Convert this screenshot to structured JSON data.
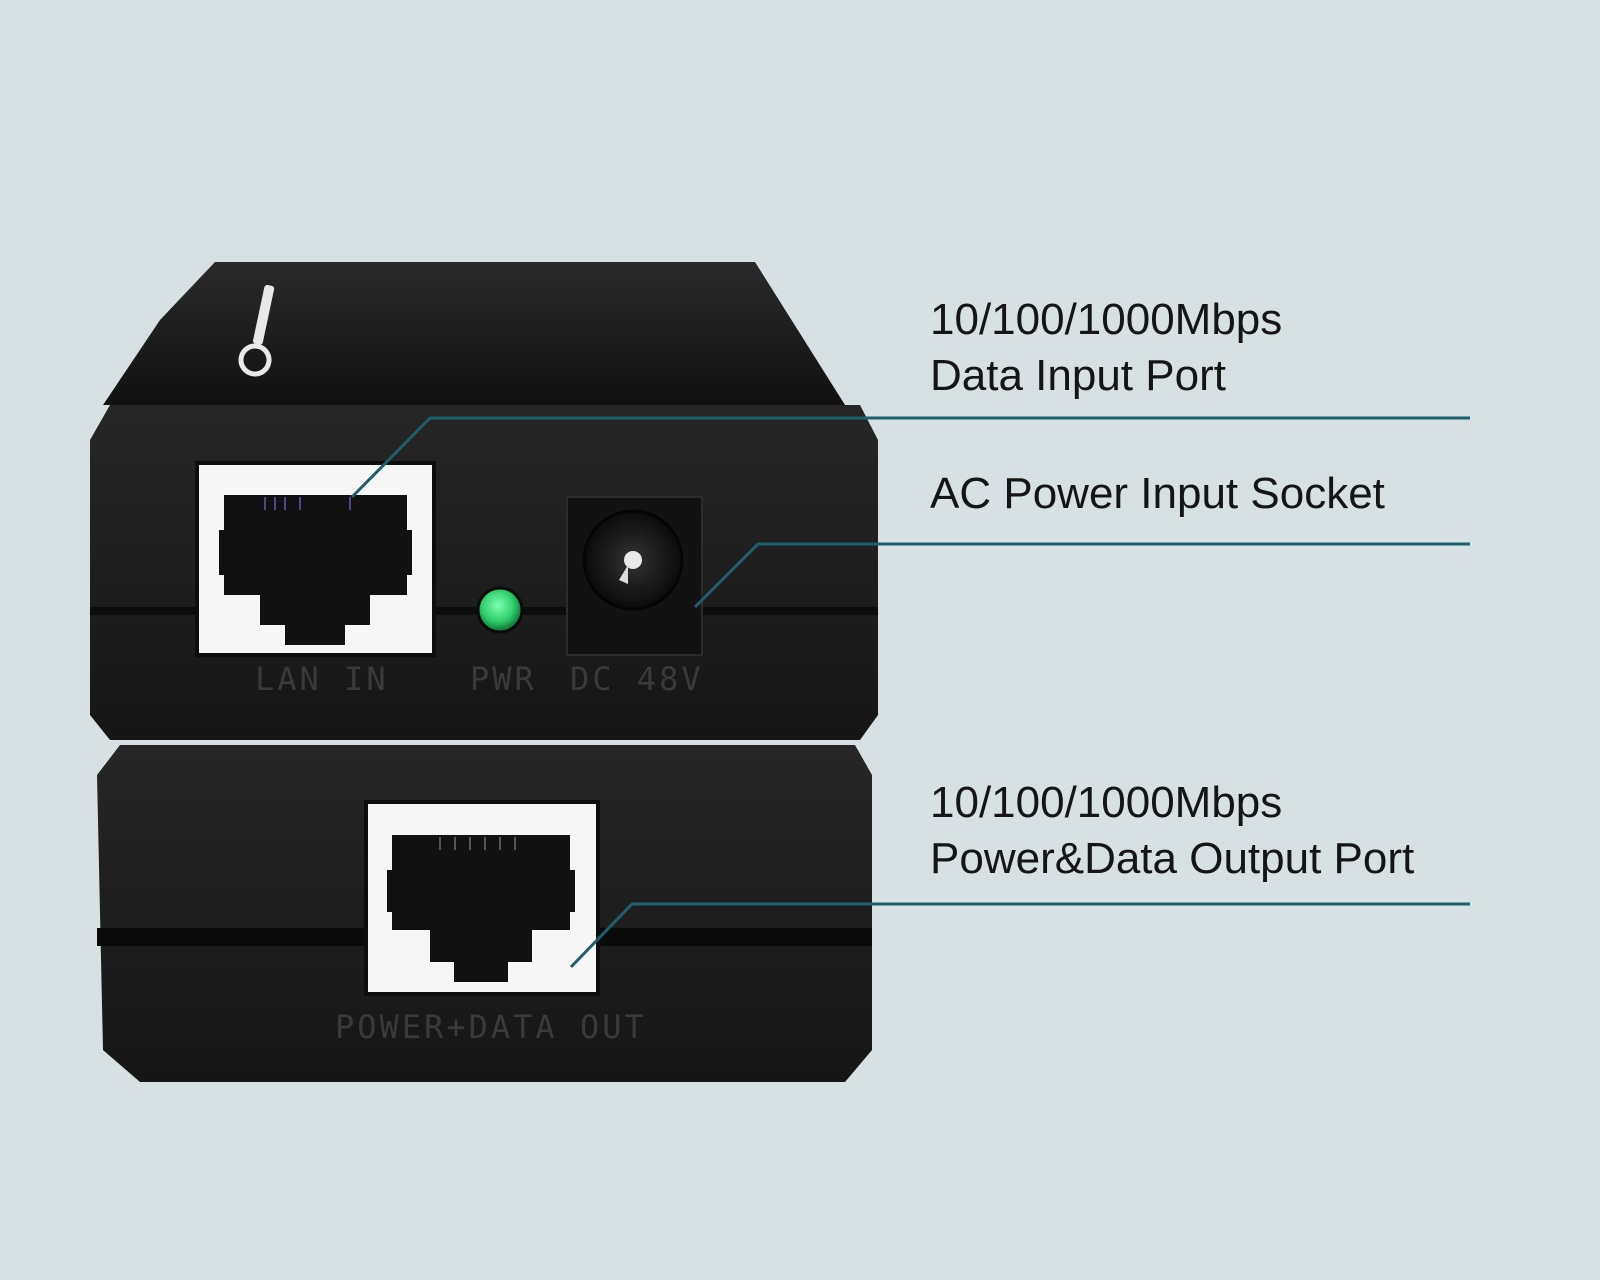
{
  "colors": {
    "background": "#d7e1e3",
    "device_body": "#1b1b1b",
    "leader_line": "#1e5f6b",
    "led": "#2fcf6a"
  },
  "device": {
    "port_labels": {
      "lan_in": "LAN IN",
      "pwr": "PWR",
      "dc": "DC 48V",
      "output": "POWER+DATA OUT"
    },
    "led_state": "on"
  },
  "callouts": [
    {
      "lines": [
        "10/100/1000Mbps",
        "Data Input Port"
      ]
    },
    {
      "lines": [
        "AC Power Input Socket"
      ]
    },
    {
      "lines": [
        "10/100/1000Mbps",
        "Power&Data Output Port"
      ]
    }
  ]
}
